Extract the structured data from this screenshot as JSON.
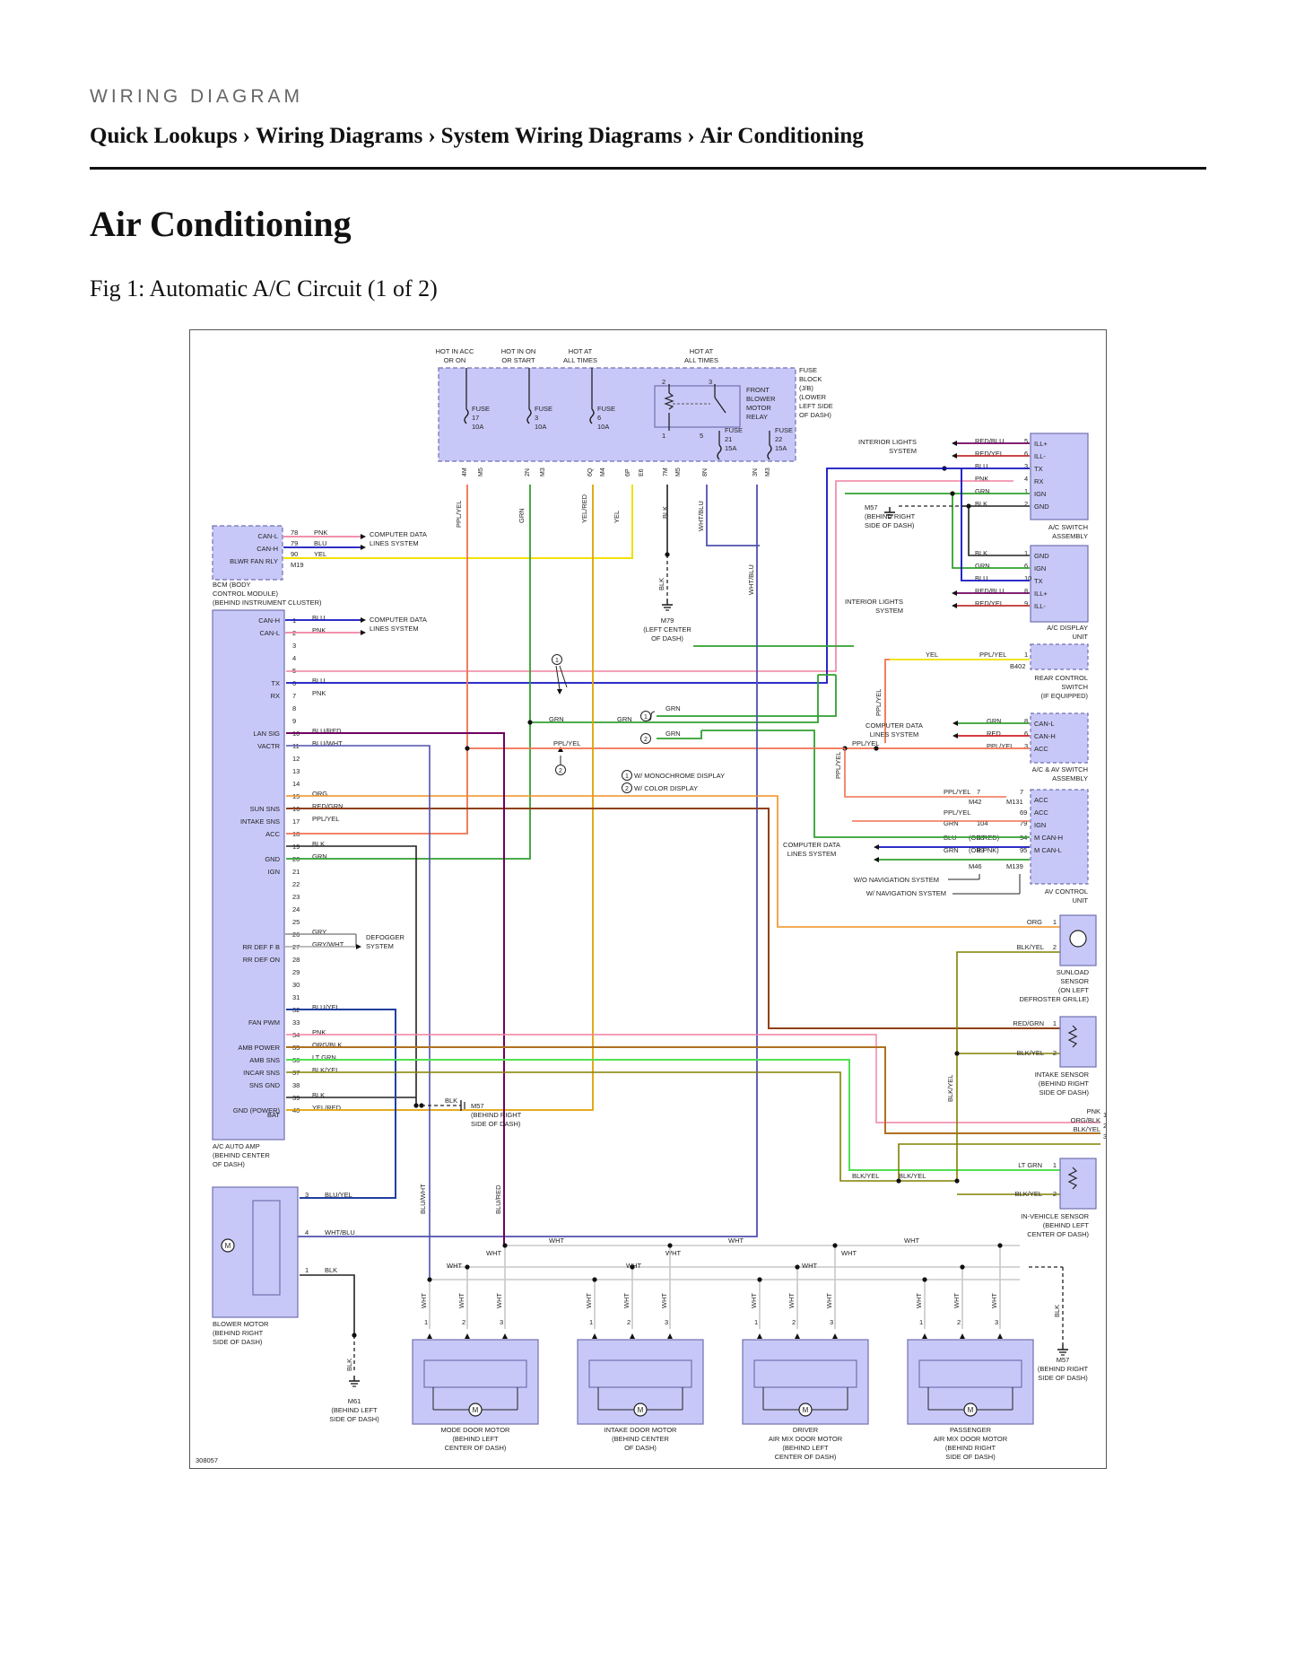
{
  "header": {
    "kicker": "WIRING DIAGRAM",
    "breadcrumb": [
      "Quick Lookups",
      "Wiring Diagrams",
      "System Wiring Diagrams",
      "Air Conditioning"
    ],
    "separator": "›"
  },
  "page": {
    "title": "Air Conditioning",
    "figure_caption": "Fig 1: Automatic A/C Circuit (1 of 2)"
  },
  "diagram": {
    "figure_id": "308057",
    "colors": {
      "component_fill": "#c8c8f8",
      "component_stroke": "#7070b0",
      "border": "#555555"
    },
    "fuse_block": {
      "label": [
        "FUSE",
        "BLOCK",
        "(J/B)",
        "(LOWER",
        "LEFT SIDE",
        "OF DASH)"
      ],
      "supply_labels": [
        [
          "HOT IN ACC",
          "OR ON"
        ],
        [
          "HOT IN ON",
          "OR START"
        ],
        [
          "HOT AT",
          "ALL TIMES"
        ],
        [
          "HOT AT",
          "ALL TIMES"
        ]
      ],
      "fuses": [
        [
          "FUSE",
          "17",
          "10A"
        ],
        [
          "FUSE",
          "3",
          "10A"
        ],
        [
          "FUSE",
          "6",
          "10A"
        ],
        [
          "FUSE",
          "21",
          "15A"
        ],
        [
          "FUSE",
          "22",
          "15A"
        ]
      ],
      "relay_label": [
        "FRONT",
        "BLOWER",
        "MOTOR",
        "RELAY"
      ],
      "relay_pins": [
        "2",
        "3",
        "1",
        "5"
      ],
      "pins": [
        "4M",
        "M5",
        "2N",
        "M3",
        "6Q",
        "M4",
        "6P",
        "E6",
        "7M",
        "M5",
        "8N",
        "3N",
        "M3"
      ]
    },
    "bcm": {
      "pins": [
        "CAN-L",
        "CAN-H",
        "BLWR FAN RLY"
      ],
      "numbers": [
        "78",
        "79",
        "90"
      ],
      "wires": [
        "PNK",
        "BLU",
        "YEL"
      ],
      "connector": "M19",
      "label": [
        "BCM (BODY",
        "CONTROL MODULE)",
        "(BEHIND INSTRUMENT CLUSTER)"
      ],
      "dest": [
        "COMPUTER DATA",
        "LINES SYSTEM"
      ]
    },
    "amp": {
      "label": [
        "A/C AUTO AMP",
        "(BEHIND CENTER",
        "OF DASH)"
      ],
      "pins": [
        {
          "n": "1",
          "name": "CAN-H",
          "wire": "BLU",
          "color": "#1010c0"
        },
        {
          "n": "2",
          "name": "CAN-L",
          "wire": "PNK",
          "color": "#f080a0"
        },
        {
          "n": "3",
          "name": "",
          "wire": "",
          "color": ""
        },
        {
          "n": "4",
          "name": "",
          "wire": "",
          "color": ""
        },
        {
          "n": "5",
          "name": "",
          "wire": "",
          "color": ""
        },
        {
          "n": "6",
          "name": "TX",
          "wire": "BLU",
          "color": "#1010c0"
        },
        {
          "n": "7",
          "name": "RX",
          "wire": "PNK",
          "color": "#f080a0"
        },
        {
          "n": "8",
          "name": "",
          "wire": "",
          "color": ""
        },
        {
          "n": "9",
          "name": "",
          "wire": "",
          "color": ""
        },
        {
          "n": "10",
          "name": "LAN SIG",
          "wire": "BLU/RED",
          "color": "#700060"
        },
        {
          "n": "11",
          "name": "VACTR",
          "wire": "BLU/WHT",
          "color": "#5050b0"
        },
        {
          "n": "12",
          "name": "",
          "wire": "",
          "color": ""
        },
        {
          "n": "13",
          "name": "",
          "wire": "",
          "color": ""
        },
        {
          "n": "14",
          "name": "",
          "wire": "",
          "color": ""
        },
        {
          "n": "15",
          "name": "",
          "wire": "ORG",
          "color": "#f09020"
        },
        {
          "n": "16",
          "name": "SUN SNS",
          "wire": "RED/GRN",
          "color": "#904010"
        },
        {
          "n": "17",
          "name": "INTAKE SNS",
          "wire": "PPL/YEL",
          "color": "#f07050"
        },
        {
          "n": "18",
          "name": "ACC",
          "wire": "",
          "color": ""
        },
        {
          "n": "19",
          "name": "",
          "wire": "BLK",
          "color": "#222222"
        },
        {
          "n": "20",
          "name": "GND",
          "wire": "GRN",
          "color": "#30a030"
        },
        {
          "n": "21",
          "name": "IGN",
          "wire": "",
          "color": ""
        },
        {
          "n": "22",
          "name": "",
          "wire": "",
          "color": ""
        },
        {
          "n": "23",
          "name": "",
          "wire": "",
          "color": ""
        },
        {
          "n": "24",
          "name": "",
          "wire": "",
          "color": ""
        },
        {
          "n": "25",
          "name": "",
          "wire": "",
          "color": ""
        },
        {
          "n": "26",
          "name": "",
          "wire": "GRY",
          "color": "#888888"
        },
        {
          "n": "27",
          "name": "RR DEF F B",
          "wire": "GRY/WHT",
          "color": "#aaaaaa"
        },
        {
          "n": "28",
          "name": "RR DEF ON",
          "wire": "",
          "color": ""
        },
        {
          "n": "29",
          "name": "",
          "wire": "",
          "color": ""
        },
        {
          "n": "30",
          "name": "",
          "wire": "",
          "color": ""
        },
        {
          "n": "31",
          "name": "",
          "wire": "",
          "color": ""
        },
        {
          "n": "32",
          "name": "",
          "wire": "BLU/YEL",
          "color": "#2040a0"
        },
        {
          "n": "33",
          "name": "FAN PWM",
          "wire": "",
          "color": ""
        },
        {
          "n": "34",
          "name": "",
          "wire": "PNK",
          "color": "#f080a0"
        },
        {
          "n": "35",
          "name": "AMB POWER",
          "wire": "ORG/BLK",
          "color": "#b07020"
        },
        {
          "n": "36",
          "name": "AMB SNS",
          "wire": "LT GRN",
          "color": "#50e050"
        },
        {
          "n": "37",
          "name": "INCAR SNS",
          "wire": "BLK/YEL",
          "color": "#808000"
        },
        {
          "n": "38",
          "name": "SNS GND",
          "wire": "",
          "color": ""
        },
        {
          "n": "39",
          "name": "",
          "wire": "BLK",
          "color": "#222222"
        },
        {
          "n": "40",
          "name": "GND (POWER)",
          "wire": "YEL/RED",
          "color": "#e0a000"
        }
      ],
      "extra_labels": [
        {
          "text": "BAT",
          "pin": "40"
        }
      ],
      "defogger": [
        "DEFOGGER",
        "SYSTEM"
      ],
      "dest": [
        "COMPUTER DATA",
        "LINES SYSTEM"
      ]
    },
    "blower": {
      "label": [
        "BLOWER MOTOR",
        "(BEHIND RIGHT",
        "SIDE OF DASH)"
      ],
      "pins": [
        {
          "n": "3",
          "wire": "BLU/YEL"
        },
        {
          "n": "4",
          "wire": "WHT/BLU"
        },
        {
          "n": "1",
          "wire": "BLK"
        }
      ],
      "ground": [
        "M61",
        "(BEHIND LEFT",
        "SIDE OF DASH)"
      ]
    },
    "right_modules": {
      "ac_switch": {
        "label": [
          "A/C SWITCH",
          "ASSEMBLY"
        ],
        "pins": [
          "ILL+",
          "ILL-",
          "TX",
          "RX",
          "IGN",
          "GND"
        ],
        "numbers": [
          "5",
          "6",
          "3",
          "4",
          "1",
          "2"
        ],
        "wires": [
          "RED/BLU",
          "RED/YEL",
          "BLU",
          "PNK",
          "GRN",
          "BLK"
        ],
        "source": [
          "INTERIOR LIGHTS",
          "SYSTEM"
        ]
      },
      "ac_display": {
        "label": [
          "A/C DISPLAY",
          "UNIT"
        ],
        "pins": [
          "GND",
          "IGN",
          "TX",
          "ILL+",
          "ILL-"
        ],
        "numbers": [
          "1",
          "6",
          "10",
          "8",
          "9"
        ],
        "wires": [
          "BLK",
          "GRN",
          "BLU",
          "RED/BLU",
          "RED/YEL"
        ],
        "source": [
          "INTERIOR LIGHTS",
          "SYSTEM"
        ]
      },
      "rear_switch": {
        "label": [
          "REAR CONTROL",
          "SWITCH",
          "(IF EQUIPPED)"
        ],
        "wires": [
          "YEL",
          "PPL/YEL"
        ],
        "pin": "1",
        "connector": "B402"
      },
      "av_switch": {
        "label": [
          "A/C & AV SWITCH",
          "ASSEMBLY"
        ],
        "pins": [
          "CAN-L",
          "CAN-H",
          "ACC"
        ],
        "numbers": [
          "8",
          "6",
          "3"
        ],
        "wires": [
          "GRN",
          "RED",
          "PPL/YEL"
        ],
        "source": [
          "COMPUTER DATA",
          "LINES SYSTEM"
        ]
      },
      "av_control": {
        "label": [
          "AV CONTROL",
          "UNIT"
        ],
        "pins": [
          "ACC",
          "ACC",
          "IGN",
          "M CAN-H",
          "M CAN-L"
        ],
        "rows": [
          {
            "wire": "PPL/YEL",
            "n1": "7",
            "n2": "7"
          },
          {
            "wire": "PPL/YEL",
            "n1": "",
            "n2": "69"
          },
          {
            "wire": "GRN",
            "n1": "104",
            "n2": "79"
          },
          {
            "wire": "BLU",
            "alt": "(OR RED)",
            "n1": "88",
            "n2": "94"
          },
          {
            "wire": "GRN",
            "alt": "(OR PNK)",
            "n1": "89",
            "n2": "95"
          }
        ],
        "connectors": [
          "M42",
          "M131",
          "M46",
          "M139"
        ],
        "notes": [
          "W/O NAVIGATION SYSTEM",
          "W/ NAVIGATION SYSTEM"
        ],
        "source": [
          "COMPUTER DATA",
          "LINES SYSTEM"
        ]
      },
      "sunload": {
        "label": [
          "SUNLOAD",
          "SENSOR",
          "(ON LEFT",
          "DEFROSTER GRILLE)"
        ],
        "wires": [
          "ORG",
          "BLK/YEL"
        ],
        "pins": [
          "1",
          "2"
        ]
      },
      "intake": {
        "label": [
          "INTAKE SENSOR",
          "(BEHIND RIGHT",
          "SIDE OF DASH)"
        ],
        "wires": [
          "RED/GRN",
          "BLK/YEL"
        ],
        "pins": [
          "1",
          "2"
        ]
      },
      "ambient": {
        "wires": [
          "PNK",
          "ORG/BLK",
          "BLK/YEL"
        ],
        "pins": [
          "1",
          "2",
          "3"
        ]
      },
      "invehicle": {
        "label": [
          "IN-VEHICLE SENSOR",
          "(BEHIND LEFT",
          "CENTER OF DASH)"
        ],
        "wires": [
          "LT GRN",
          "BLK/YEL"
        ],
        "pins": [
          "1",
          "2"
        ]
      }
    },
    "grounds": {
      "m57": [
        "M57",
        "(BEHIND RIGHT",
        "SIDE OF DASH)"
      ],
      "m79": [
        "M79",
        "(LEFT CENTER",
        "OF DASH)"
      ]
    },
    "notes": {
      "mono": "W/ MONOCHROME DISPLAY",
      "color": "W/ COLOR DISPLAY",
      "markers": [
        "1",
        "2"
      ]
    },
    "wire_labels": {
      "ppl_yel": "PPL/YEL",
      "grn": "GRN",
      "yel_red": "YEL/RED",
      "yel": "YEL",
      "blk": "BLK",
      "wht_blu": "WHT/BLU",
      "blu_wht": "BLU/WHT",
      "blu_red": "BLU/RED",
      "wht": "WHT",
      "blk_yel": "BLK/YEL"
    },
    "motors": [
      {
        "label": [
          "MODE DOOR MOTOR",
          "(BEHIND LEFT",
          "CENTER OF DASH)"
        ]
      },
      {
        "label": [
          "INTAKE DOOR MOTOR",
          "(BEHIND CENTER",
          "OF DASH)"
        ]
      },
      {
        "label": [
          "DRIVER",
          "AIR MIX DOOR MOTOR",
          "(BEHIND LEFT",
          "CENTER OF DASH)"
        ]
      },
      {
        "label": [
          "PASSENGER",
          "AIR MIX DOOR MOTOR",
          "(BEHIND RIGHT",
          "SIDE OF DASH)"
        ]
      }
    ],
    "motor_pins": [
      "1",
      "2",
      "3"
    ],
    "motor_symbol": "M"
  }
}
